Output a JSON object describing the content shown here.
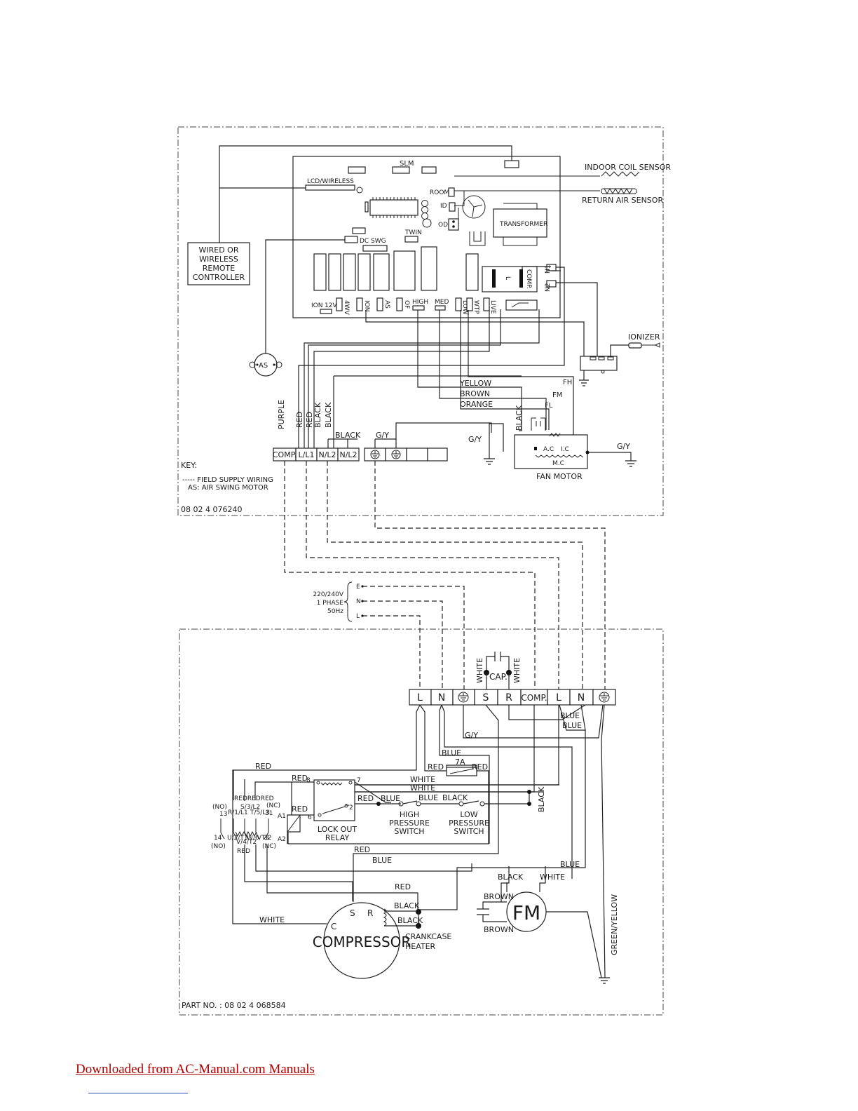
{
  "indoor": {
    "pcb_labels": {
      "slm": "SLM",
      "lcd_wireless": "LCD/WIRELESS",
      "room": "ROOM",
      "id": "ID",
      "od": "OD",
      "twin": "TWIN",
      "dc_swg": "DC SWG",
      "transformer": "TRANSFORMER",
      "ion": "ION",
      "v12": "12V",
      "w4": "4WV",
      "ion2": "ION",
      "as": "AS",
      "of": "OF",
      "high": "HIGH",
      "med": "MED",
      "low": "LOW",
      "wtp": "WTP",
      "live": "LIVE",
      "l": "L",
      "comp": "COMP.",
      "n1": "N1",
      "n2": "N2"
    },
    "sensors": {
      "indoor_coil": "INDOOR COIL SENSOR",
      "return_air": "RETURN AIR SENSOR"
    },
    "remote_controller": [
      "WIRED OR",
      "WIRELESS",
      "REMOTE",
      "CONTROLLER"
    ],
    "air_swing_motor": "AS",
    "ionizer": "IONIZER",
    "wire_colors": {
      "purple": "PURPLE",
      "red1": "RED",
      "red2": "RED",
      "black1": "BLACK",
      "black2": "BLACK",
      "black3": "BLACK",
      "gy1": "G/Y",
      "gy2": "G/Y",
      "gy3": "G/Y",
      "yellow": "YELLOW",
      "brown": "BROWN",
      "orange": "ORANGE",
      "black_fan": "BLACK",
      "fh": "FH",
      "fm": "FM",
      "fl": "FL"
    },
    "terminals": [
      "COMP.",
      "L/L1",
      "N/L2",
      "N/L2"
    ],
    "fan_motor": {
      "label": "FAN MOTOR",
      "ac": "A.C",
      "ic": "I.C",
      "mc": "M.C"
    },
    "key": {
      "title": "KEY:",
      "line1": "----- FIELD SUPPLY WIRING",
      "line2": "AS: AIR SWING MOTOR"
    },
    "part_no": "08 02 4 076240"
  },
  "supply": {
    "voltage": "220/240V",
    "phase": "1 PHASE",
    "freq": "50Hz",
    "e": "E",
    "n": "N",
    "l": "L"
  },
  "outdoor": {
    "terminals": [
      "L",
      "N",
      "",
      "S",
      "R",
      "COMP.",
      "L",
      "N",
      ""
    ],
    "cap_label": "CAP.",
    "white_left": "WHITE",
    "white_right": "WHITE",
    "wires": {
      "blue1": "BLUE",
      "blue2": "BLUE",
      "gy": "G/Y",
      "blue3": "BLUE",
      "red_top": "RED",
      "red_7a_left": "RED",
      "fuse": "7A",
      "red_7a_right": "RED",
      "white1": "WHITE",
      "white2": "WHITE",
      "red8": "RED",
      "red_a": "RED",
      "red_b": "RED",
      "blue_a": "BLUE",
      "blue_b": "BLUE",
      "black_a": "BLACK",
      "black_vert": "BLACK",
      "red_mid": "RED",
      "blue_mid": "BLUE",
      "blue_right": "BLUE",
      "black_fm": "BLACK",
      "white_fm": "WHITE",
      "red_low": "RED",
      "black_c1": "BLACK",
      "black_c2": "BLACK",
      "white_c": "WHITE",
      "brown1": "BROWN",
      "brown2": "BROWN",
      "green_yellow": "GREEN/YELLOW",
      "red_cont": "RED"
    },
    "relay": {
      "label1": "LOCK OUT",
      "label2": "RELAY",
      "p8": "8",
      "p7": "7",
      "p6": "6",
      "p2": "2",
      "a1": "A1",
      "a2": "A2"
    },
    "contactor": {
      "no_top": "(NO)",
      "nc_top": "(NC)",
      "no_bot": "(NO)",
      "nc_bot": "(NC)",
      "reds": "REDREDRED",
      "t13": "13",
      "t14": "14",
      "t31": "31",
      "t32": "32",
      "r1": "R/1/L1",
      "r3": "S/3/L2",
      "r5": "T/5/L3",
      "u2": "U/2/T1",
      "v4": "V/4/T2",
      "w6": "W/6/T3"
    },
    "hp_switch": [
      "HIGH",
      "PRESSURE",
      "SWITCH"
    ],
    "lp_switch": [
      "LOW",
      "PRESSURE",
      "SWITCH"
    ],
    "compressor": {
      "label": "COMPRESSOR",
      "s": "S",
      "r": "R",
      "c": "C"
    },
    "crankcase": [
      "CRANKCASE",
      "HEATER"
    ],
    "fan": "FM",
    "part_no": "PART NO. : 08 02 4 068584"
  },
  "footer": {
    "link_text": "Downloaded from AC-Manual.com Manuals"
  }
}
